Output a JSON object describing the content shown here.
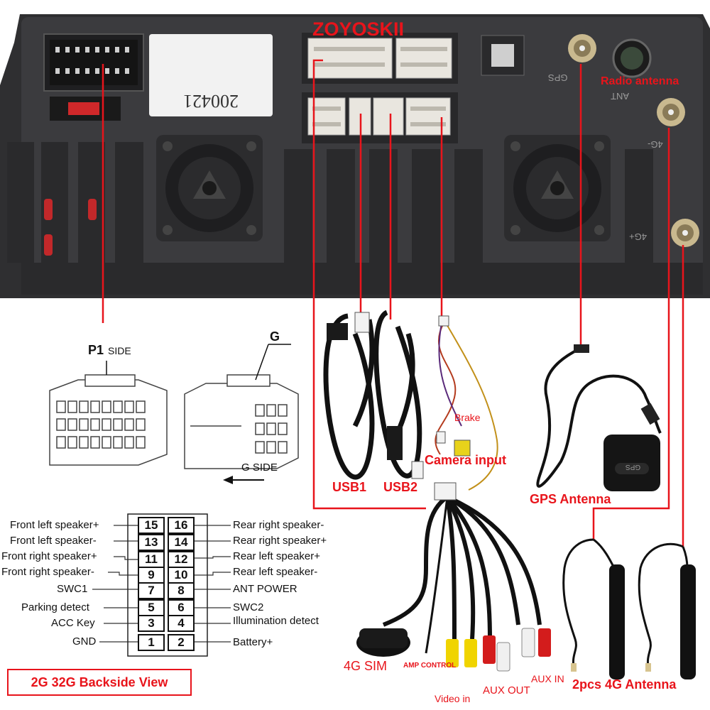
{
  "header": {
    "brand": "ZOYOSKII",
    "sticker": "200421"
  },
  "photo_labels": {
    "gps_port": "GPS",
    "ant_port": "ANT",
    "g4_minus": "4G-",
    "g4_plus": "4G+"
  },
  "callouts": {
    "radio_antenna": "Radio antenna",
    "usb1": "USB1",
    "usb2": "USB2",
    "camera_input": "Camera input",
    "brake": "Brake",
    "gps_antenna": "GPS Antenna",
    "gps_puck": "GPS",
    "sim_4g": "4G SIM",
    "amp_control": "AMP CONTROL",
    "video_in": "Video in",
    "aux_out": "AUX OUT",
    "aux_in": "AUX IN",
    "antenna_4g": "2pcs 4G Antenna"
  },
  "connector_diagram": {
    "p1": "P1",
    "side1": "SIDE",
    "g": "G",
    "g_side": "G SIDE"
  },
  "pinout": {
    "left": [
      {
        "label": "Front left speaker+",
        "pin": "15"
      },
      {
        "label": "Front left speaker-",
        "pin": "13"
      },
      {
        "label": "Front right speaker+",
        "pin": "11"
      },
      {
        "label": "Front right speaker-",
        "pin": "9"
      },
      {
        "label": "SWC1",
        "pin": "7"
      },
      {
        "label": "Parking detect",
        "pin": "5"
      },
      {
        "label": "ACC Key",
        "pin": "3"
      },
      {
        "label": "GND",
        "pin": "1"
      }
    ],
    "right": [
      {
        "label": "Rear right speaker-",
        "pin": "16"
      },
      {
        "label": "Rear right speaker+",
        "pin": "14"
      },
      {
        "label": "Rear left speaker+",
        "pin": "12"
      },
      {
        "label": "Rear left speaker-",
        "pin": "10"
      },
      {
        "label": "ANT POWER",
        "pin": "8"
      },
      {
        "label": "SWC2",
        "pin": "6"
      },
      {
        "label": "Illumination detect",
        "pin": "4"
      },
      {
        "label": "Battery+",
        "pin": "2"
      }
    ]
  },
  "footer": {
    "view_label": "2G 32G Backside View"
  },
  "colors": {
    "accent": "#e8141b",
    "unit_body": "#3a3a3c",
    "cable": "#111111"
  }
}
